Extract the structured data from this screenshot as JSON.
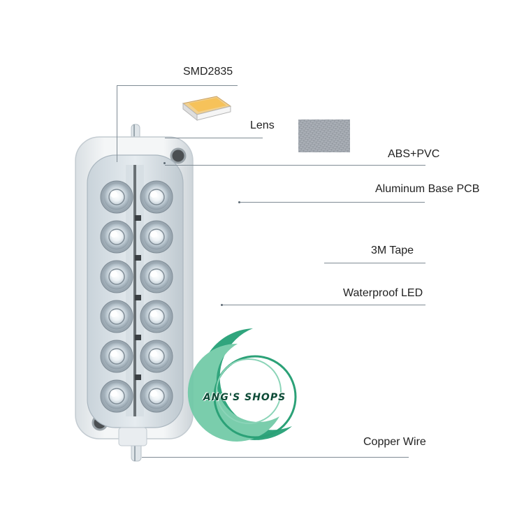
{
  "labels": {
    "smd": "SMD2835",
    "lens": "Lens",
    "abs": "ABS+PVC",
    "pcb": "Aluminum Base PCB",
    "tape": "3M Tape",
    "waterproof": "Waterproof LED",
    "wire": "Copper Wire"
  },
  "watermark": {
    "text": "ANG'S SHOPS",
    "color": "#1a9a6c"
  },
  "module": {
    "led_count": 12,
    "rows": 6,
    "columns": 2
  },
  "icons": {
    "smd_chip": "smd-chip-icon",
    "lens_texture": "lens-texture-icon",
    "watermark_logo": "watermark-logo-icon"
  }
}
